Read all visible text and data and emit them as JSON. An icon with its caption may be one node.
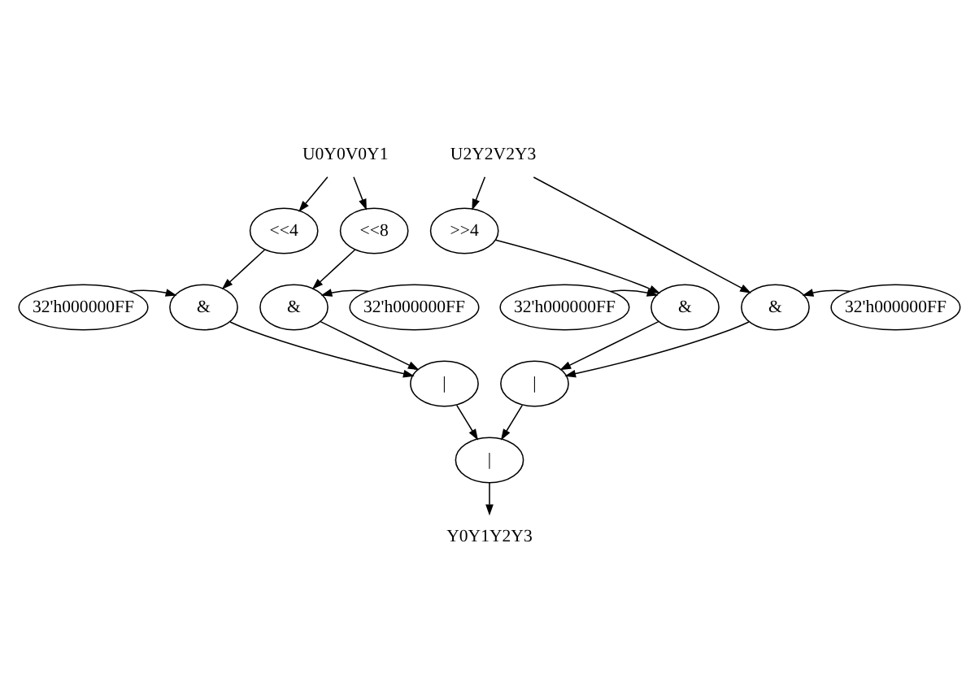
{
  "diagram": {
    "nodes": [
      {
        "text": [
          "U0Y0V0Y1"
        ]
      },
      {
        "text": [
          "<<4"
        ]
      },
      {
        "text": [
          "<<8"
        ]
      },
      {
        "text": [
          "32'h000000FF"
        ]
      },
      {
        "text": [
          "&"
        ]
      },
      {
        "text": [
          "&"
        ]
      },
      {
        "text": [
          "32'h000000FF"
        ]
      },
      {
        "text": [
          "|"
        ]
      },
      {
        "text": [
          "U2Y2V2Y3"
        ]
      },
      {
        "text": [
          "32'h000000FF"
        ]
      },
      {
        "text": [
          ">>4"
        ]
      },
      {
        "text": [
          "&"
        ]
      },
      {
        "text": [
          "&"
        ]
      },
      {
        "text": [
          "32'h000000FF"
        ]
      },
      {
        "text": [
          "|"
        ]
      },
      {
        "text": [
          "|"
        ]
      },
      {
        "text": [
          "Y0Y1Y2Y3"
        ]
      }
    ],
    "edges": [
      {
        "from": 0,
        "to": 1,
        "arrow": "to"
      },
      {
        "from": 0,
        "to": 2,
        "arrow": "to"
      },
      {
        "from": 1,
        "to": 4,
        "arrow": "to"
      },
      {
        "from": 3,
        "to": 4,
        "arrow": "to"
      },
      {
        "from": 2,
        "to": 5,
        "arrow": "to"
      },
      {
        "from": 6,
        "to": 5,
        "arrow": "to"
      },
      {
        "from": 4,
        "to": 7,
        "arrow": "to"
      },
      {
        "from": 5,
        "to": 7,
        "arrow": "to"
      },
      {
        "from": 8,
        "to": 10,
        "arrow": "to"
      },
      {
        "from": 8,
        "to": 12,
        "arrow": "to"
      },
      {
        "from": 10,
        "to": 11,
        "arrow": "to"
      },
      {
        "from": 9,
        "to": 11,
        "arrow": "to"
      },
      {
        "from": 13,
        "to": 12,
        "arrow": "to"
      },
      {
        "from": 11,
        "to": 14,
        "arrow": "to"
      },
      {
        "from": 12,
        "to": 14,
        "arrow": "to"
      },
      {
        "from": 7,
        "to": 15,
        "arrow": "to"
      },
      {
        "from": 14,
        "to": 15,
        "arrow": "to"
      },
      {
        "from": 15,
        "to": 16,
        "arrow": "to"
      }
    ]
  }
}
